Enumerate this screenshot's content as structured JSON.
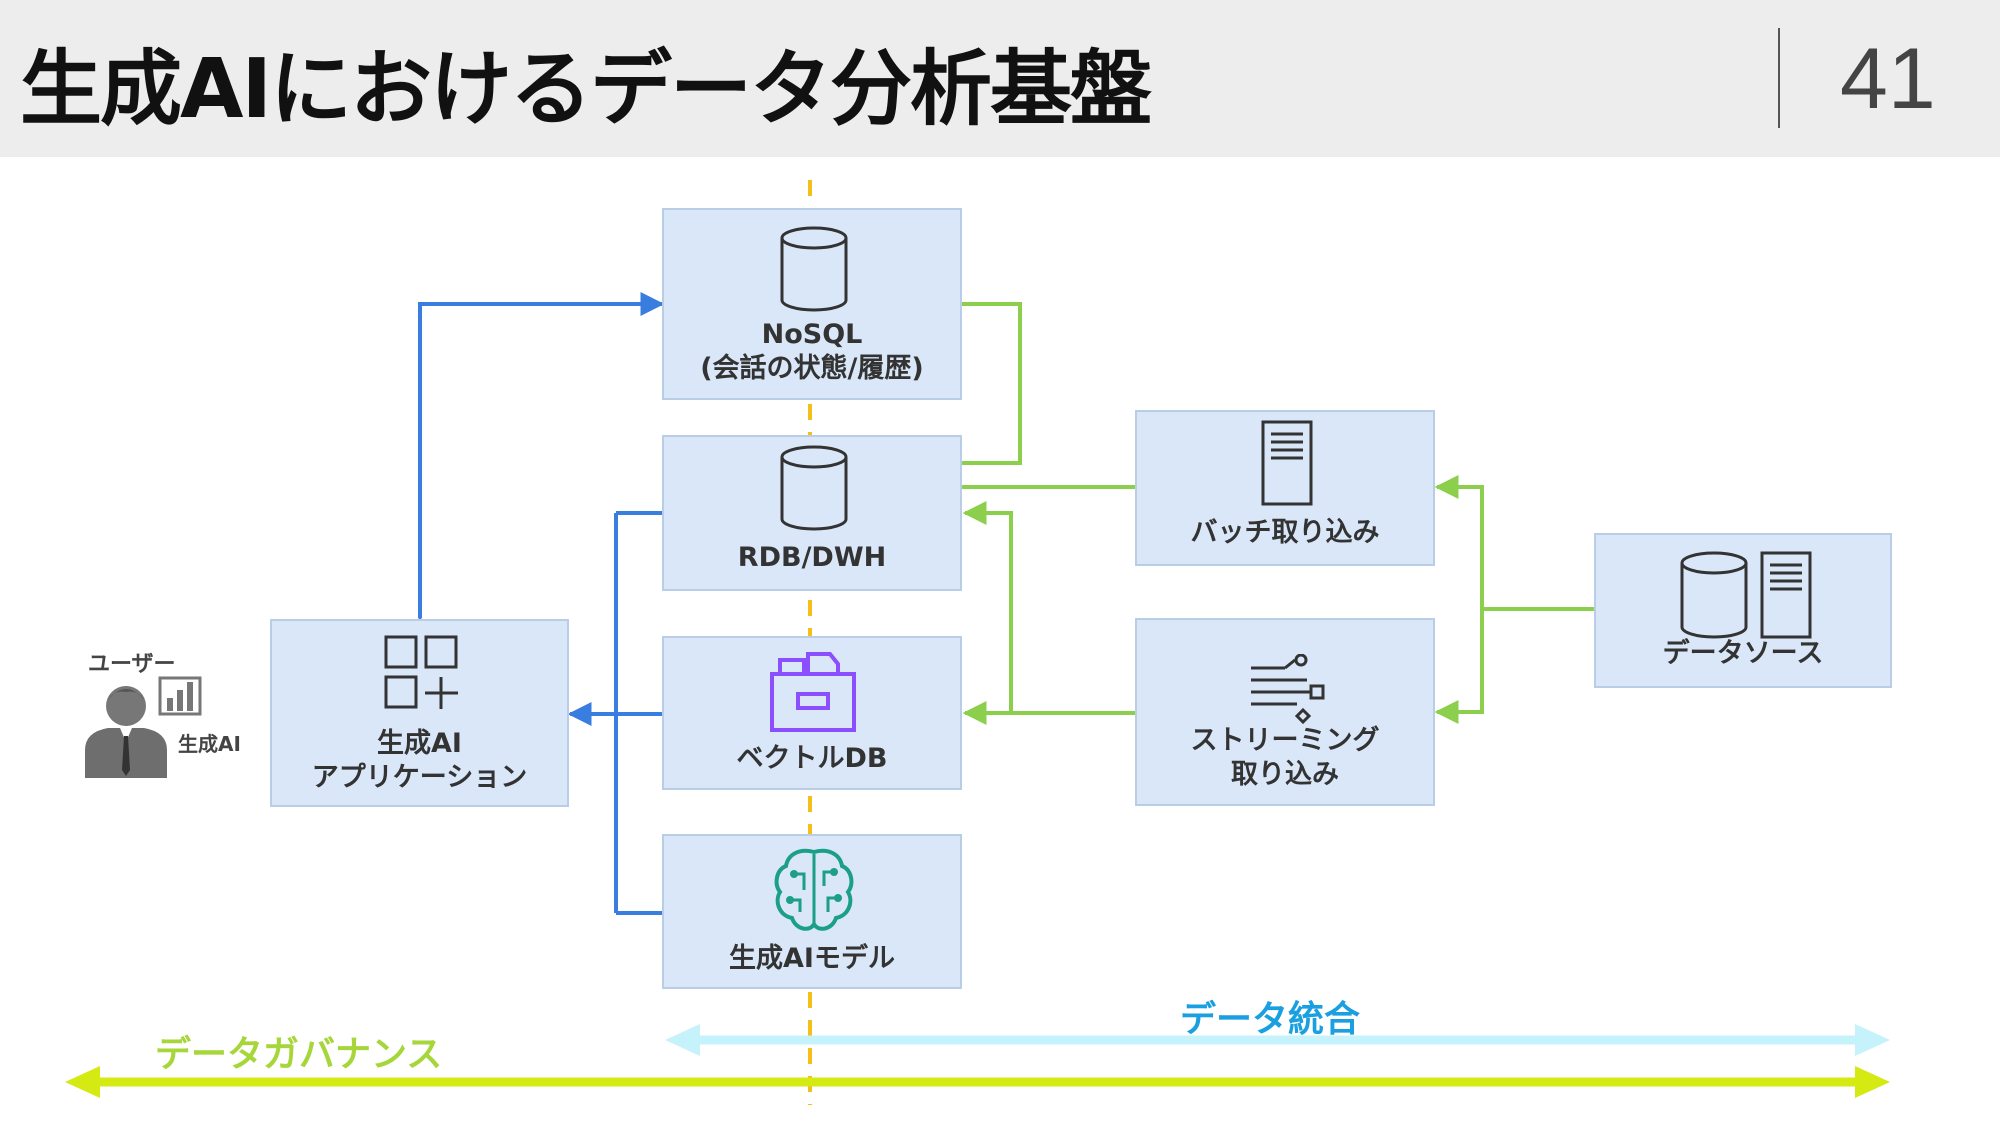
{
  "header": {
    "title": "生成AIにおけるデータ分析基盤",
    "page_number": "41"
  },
  "user": {
    "label": "ユーザー",
    "sublabel": "生成AI"
  },
  "boxes": {
    "app": {
      "line1": "生成AI",
      "line2": "アプリケーション"
    },
    "nosql": {
      "line1": "NoSQL",
      "line2": "(会話の状態/履歴)"
    },
    "rdb": {
      "line1": "RDB/DWH"
    },
    "vector": {
      "line1": "ベクトルDB"
    },
    "model": {
      "line1": "生成AIモデル"
    },
    "batch": {
      "line1": "バッチ取り込み"
    },
    "streaming": {
      "line1": "ストリーミング",
      "line2": "取り込み"
    },
    "datasource": {
      "line1": "データソース"
    }
  },
  "bands": {
    "integration": "データ統合",
    "governance": "データガバナンス"
  },
  "colors": {
    "header_bg": "#ededed",
    "box_bg": "#d9e7f8",
    "blue_arrow": "#3a7de0",
    "green_arrow": "#8ccf4d",
    "dashed_divider": "#f5bf1a",
    "integration": "#1a9fe0",
    "integration_band": "#c6f2fb",
    "governance": "#a6d63a",
    "governance_band": "#d4ea12"
  }
}
